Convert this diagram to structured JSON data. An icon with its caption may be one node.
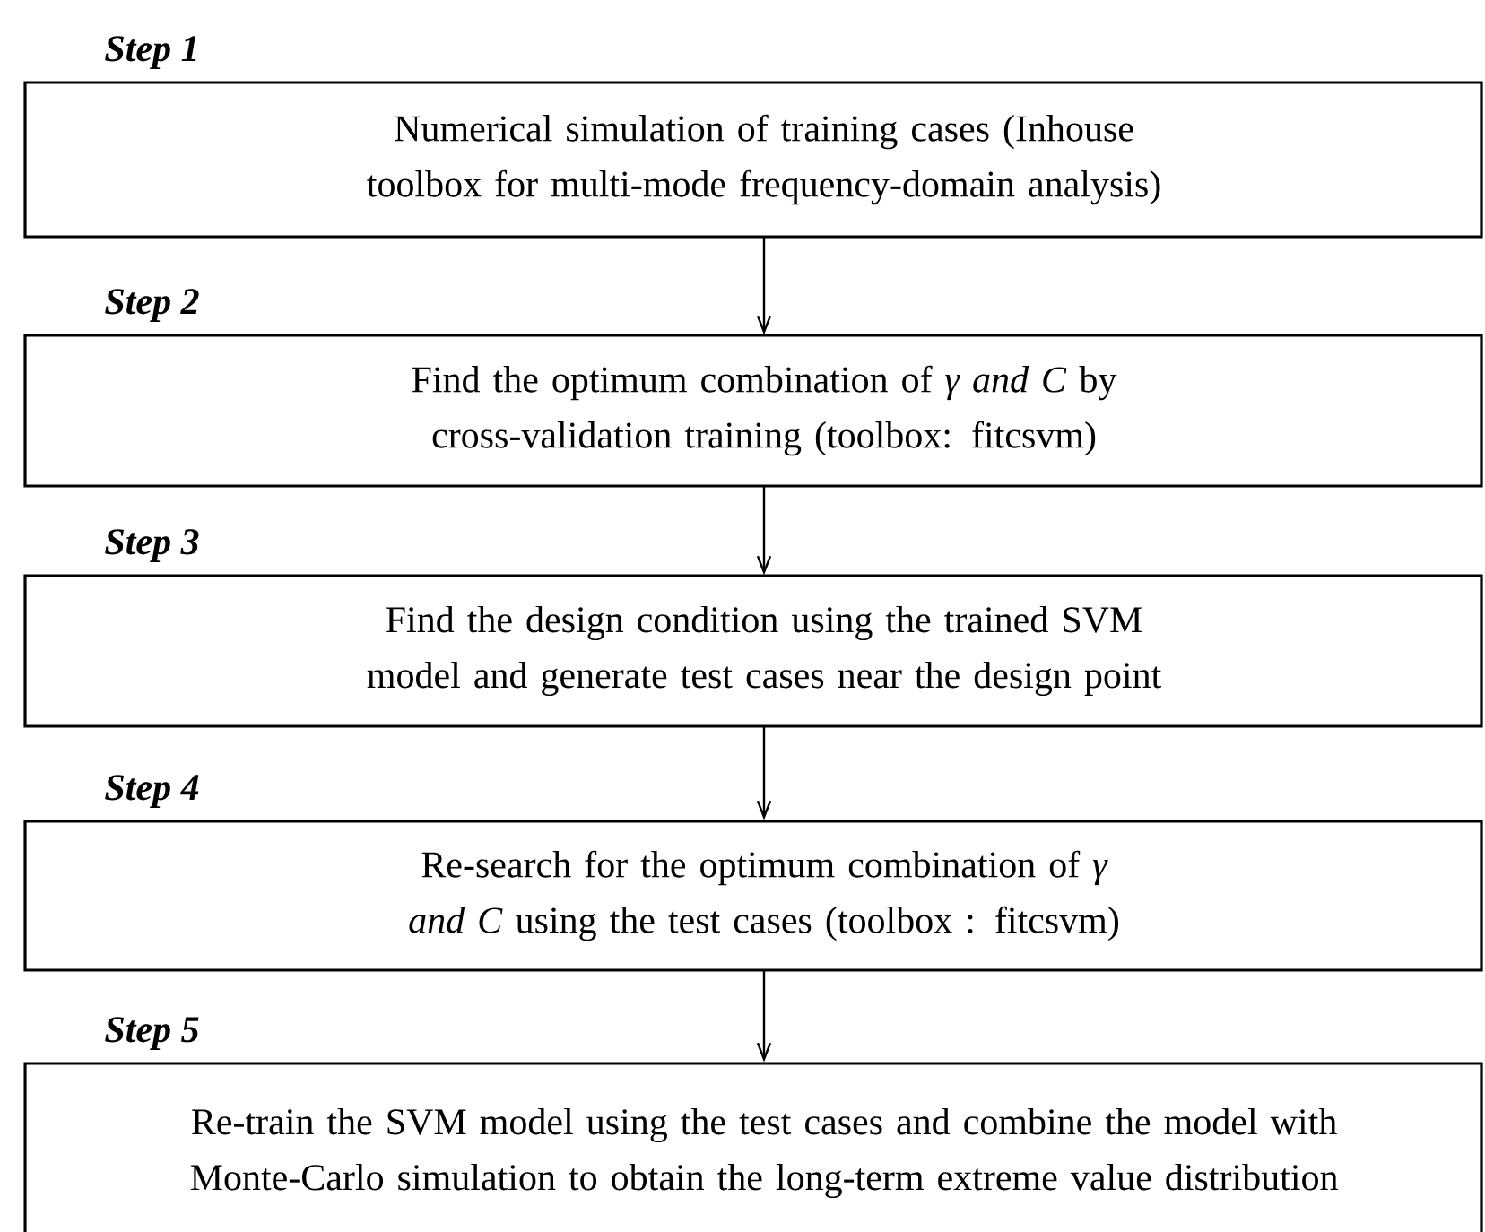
{
  "diagram": {
    "nodes": [
      {
        "text": [
          "Step 1",
          "Numerical simulation of training cases (Inhouse toolbox for multi-mode frequency-domain analysis)"
        ]
      },
      {
        "text": [
          "Step 2",
          "Find the optimum combination of *γ and C* by cross-validation training (toolbox: fitcsvm)"
        ]
      },
      {
        "text": [
          "Step 3",
          "Find the design condition using the trained SVM model and generate test cases near the design point"
        ]
      },
      {
        "text": [
          "Step 4",
          "Re-search for the optimum combination of *γ and C* using the test cases (toolbox : fitcsvm)"
        ]
      },
      {
        "text": [
          "Step 5",
          "Re-train the SVM model using the test cases and combine the model with Monte-Carlo simulation to obtain the long-term extreme value distribution"
        ]
      }
    ],
    "edges": [
      {
        "from": 0,
        "to": 1,
        "arrow": "to"
      },
      {
        "from": 1,
        "to": 2,
        "arrow": "to"
      },
      {
        "from": 2,
        "to": 3,
        "arrow": "to"
      },
      {
        "from": 3,
        "to": 4,
        "arrow": "to"
      }
    ]
  }
}
